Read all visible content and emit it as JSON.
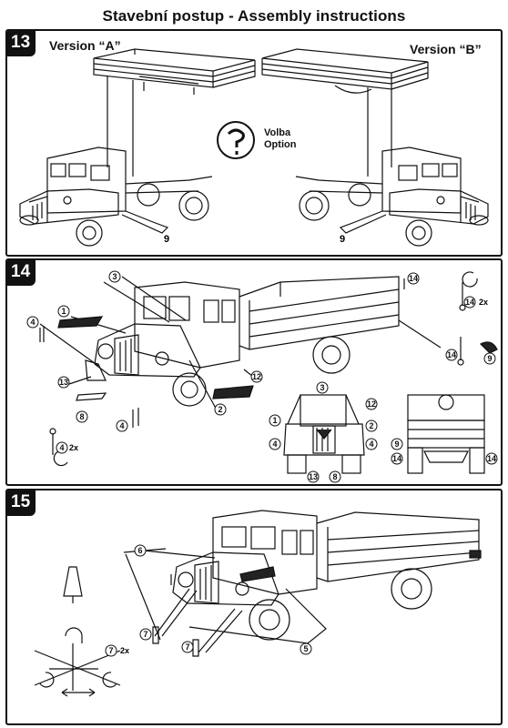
{
  "title": "Stavební postup - Assembly instructions",
  "steps": {
    "s13": {
      "number": "13",
      "version_a": "Version “A”",
      "version_b": "Version “B”",
      "option_cz": "Volba",
      "option_en": "Option",
      "option_icon": "question-icon",
      "part_left": "9",
      "part_right": "9"
    },
    "s14": {
      "number": "14",
      "callouts": [
        "3",
        "1",
        "4",
        "13",
        "8",
        "12",
        "2",
        "4",
        "14",
        "14",
        "9",
        "3",
        "1",
        "4",
        "4",
        "2",
        "12",
        "13",
        "8",
        "9",
        "14",
        "14",
        "4"
      ],
      "qty_right": "2x",
      "qty_right_part": "14",
      "qty_left": "2x",
      "qty_left_part": "4"
    },
    "s15": {
      "number": "15",
      "callouts": [
        "6",
        "7",
        "7",
        "5"
      ],
      "qty": "2x",
      "qty_part": "7"
    }
  }
}
